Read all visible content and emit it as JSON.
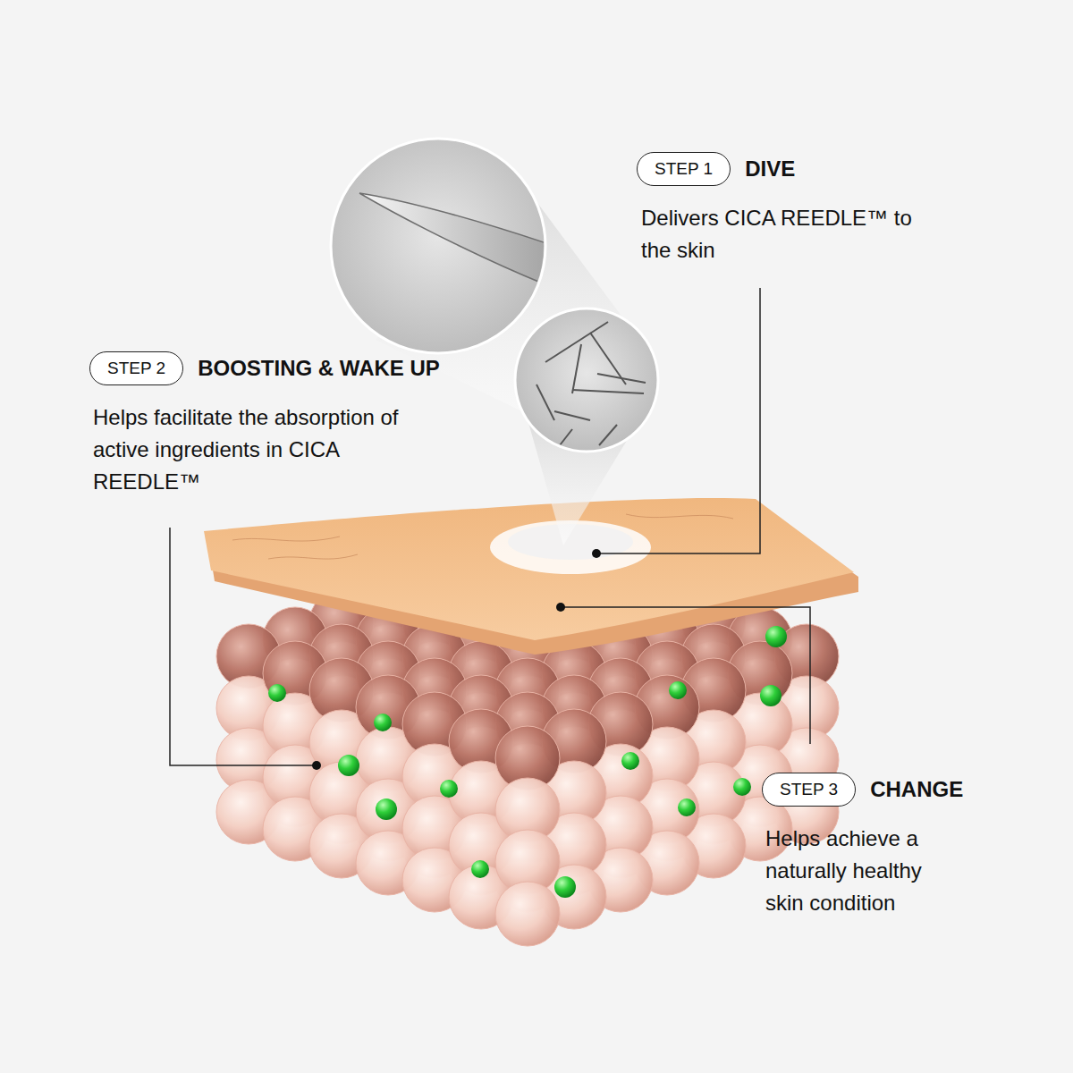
{
  "diagram": {
    "nodes": [
      {
        "text": [
          "STEP 1",
          "DIVE",
          "Delivers CICA REEDLE™ to the skin"
        ]
      },
      {
        "text": [
          "STEP 2",
          "BOOSTING & WAKE UP",
          "Helps facilitate the absorption of active ingredients in CICA REEDLE™"
        ]
      },
      {
        "text": [
          "STEP 3",
          "CHANGE",
          "Helps achieve a naturally healthy skin condition"
        ]
      }
    ]
  }
}
